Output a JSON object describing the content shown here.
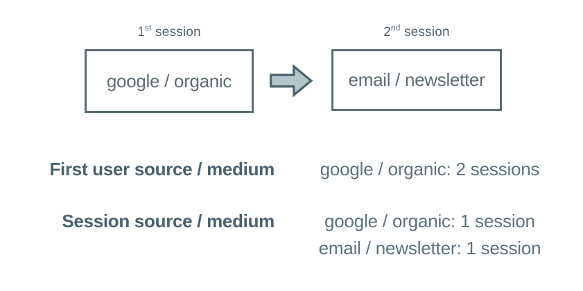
{
  "diagram": {
    "sessions": [
      {
        "ordinal": "1",
        "ordinal_suffix": "st",
        "label_rest": " session",
        "box_text": "google / organic"
      },
      {
        "ordinal": "2",
        "ordinal_suffix": "nd",
        "label_rest": " session",
        "box_text": "email / newsletter"
      }
    ],
    "arrow_icon": "right-block-arrow"
  },
  "report": {
    "rows": [
      {
        "label": "First user source / medium",
        "values": [
          "google / organic: 2 sessions"
        ]
      },
      {
        "label": "Session source / medium",
        "values": [
          "google / organic: 1 session",
          "email / newsletter: 1 session"
        ]
      }
    ]
  },
  "colors": {
    "background": "#ffffff",
    "box_border": "#5b6d72",
    "box_text": "#5f6d74",
    "session_label_text": "#53636d",
    "arrow_fill": "#b3c6cc",
    "arrow_stroke": "#4e656d",
    "dimension_label_text": "#4a626e",
    "value_text": "#5e727b"
  }
}
